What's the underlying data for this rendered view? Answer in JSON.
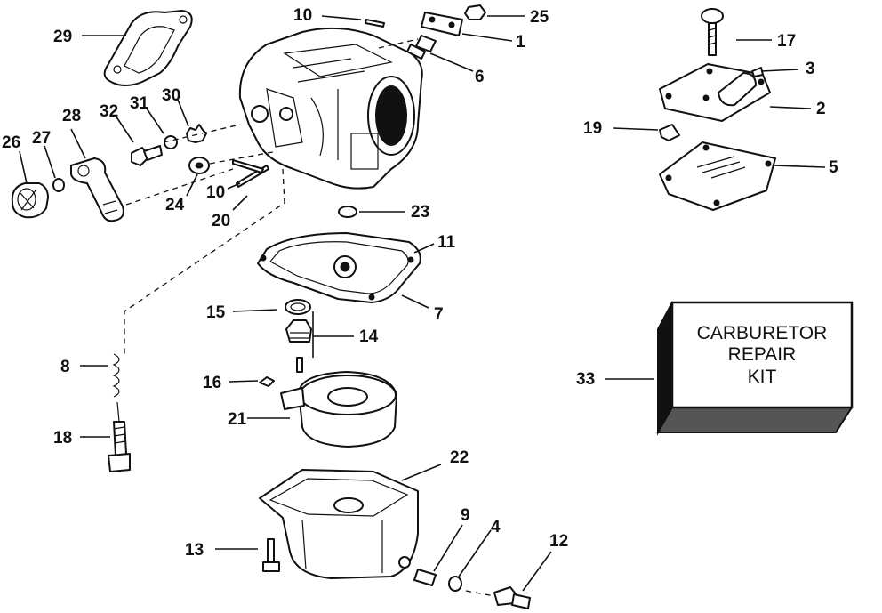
{
  "kit_label": [
    "CARBURETOR",
    "REPAIR",
    "KIT"
  ],
  "callouts": {
    "c1": "1",
    "c2": "2",
    "c3": "3",
    "c4": "4",
    "c5": "5",
    "c6": "6",
    "c7": "7",
    "c8": "8",
    "c9": "9",
    "c10a": "10",
    "c10b": "10",
    "c11": "11",
    "c12": "12",
    "c13": "13",
    "c14": "14",
    "c15": "15",
    "c16": "16",
    "c17": "17",
    "c18": "18",
    "c19": "19",
    "c20": "20",
    "c21": "21",
    "c22": "22",
    "c23": "23",
    "c24": "24",
    "c25": "25",
    "c26": "26",
    "c27": "27",
    "c28": "28",
    "c29": "29",
    "c30": "30",
    "c31": "31",
    "c32": "32",
    "c33": "33"
  }
}
